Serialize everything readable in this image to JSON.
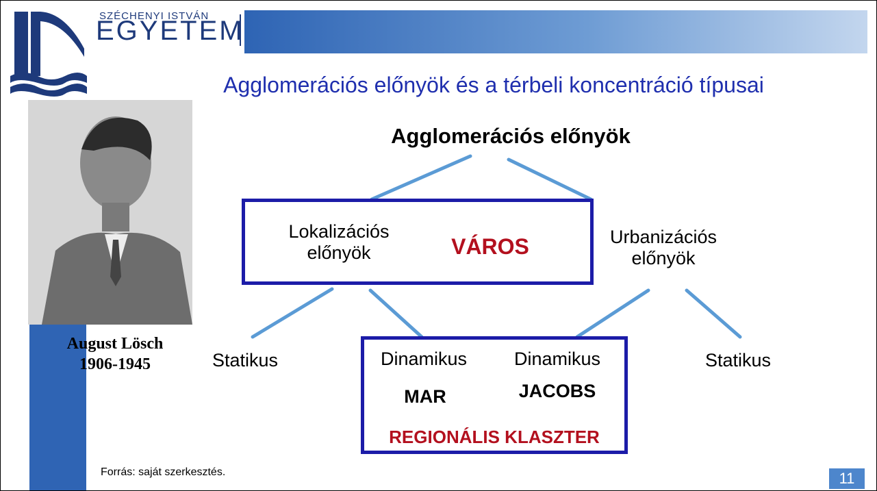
{
  "header": {
    "university_top": "SZÉCHENYI ISTVÁN",
    "university_main": "EGYETEM",
    "brand_color": "#1e3a7b",
    "bar_color": "#2f64b4"
  },
  "slide": {
    "title": "Agglomerációs előnyök és a térbeli koncentráció típusai",
    "portrait_caption_name": "August Lösch",
    "portrait_caption_years": "1906-1945",
    "source": "Forrás: saját szerkesztés.",
    "page_number": "11"
  },
  "diagram": {
    "root": "Agglomerációs előnyök",
    "city_box": {
      "left_line1": "Lokalizációs",
      "left_line2": "előnyök",
      "center": "VÁROS",
      "right_line1": "Urbanizációs",
      "right_line2": "előnyök"
    },
    "left_static": "Statikus",
    "right_static": "Statikus",
    "cluster_box": {
      "dyn_left": "Dinamikus",
      "dyn_left_name": "MAR",
      "dyn_right": "Dinamikus",
      "dyn_right_name": "JACOBS",
      "label": "REGIONÁLIS KLASZTER"
    },
    "accent_red": "#b3101e",
    "box_border": "#1c1ca8",
    "connector_color": "#5b9bd5"
  }
}
